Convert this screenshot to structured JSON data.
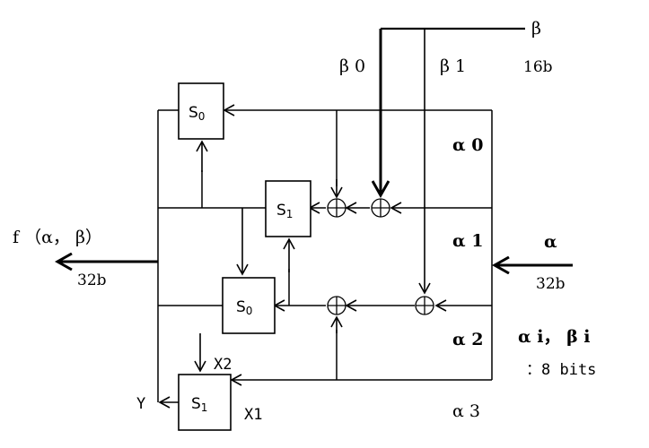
{
  "labels": {
    "beta": "β",
    "beta_width": "16b",
    "beta0": "β 0",
    "beta1": "β 1",
    "alpha0": "α 0",
    "alpha1": "α 1",
    "alpha2": "α 2",
    "alpha3": "α 3",
    "alpha": "α",
    "alpha_width": "32b",
    "output": "f （α， β）",
    "output_width": "32b",
    "note_line1": "α i， β i",
    "note_line2": "：8 bits",
    "x1": "X1",
    "x2": "X2",
    "y": "Y"
  },
  "sboxes": {
    "s0_top": {
      "name": "S",
      "sub": "0"
    },
    "s1_mid": {
      "name": "S",
      "sub": "1"
    },
    "s0_low": {
      "name": "S",
      "sub": "0"
    },
    "s1_bot": {
      "name": "S",
      "sub": "1"
    }
  }
}
